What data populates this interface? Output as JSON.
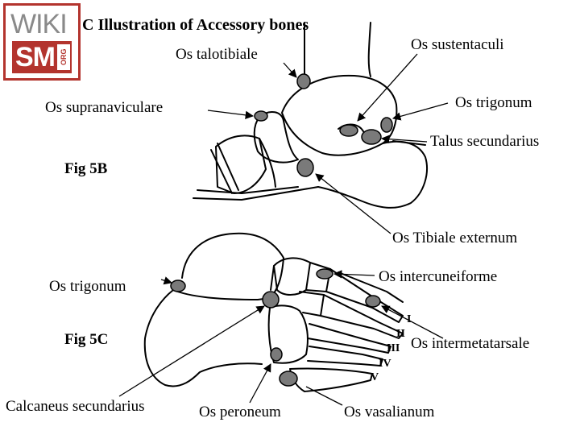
{
  "title": "C Illustration of Accessory bones",
  "logo": {
    "top": "WIKI",
    "bottom": "SM",
    "tag": "ORG"
  },
  "fig5b": {
    "label": "Fig 5B",
    "callouts": {
      "os_talotibiale": "Os talotibiale",
      "os_sustentaculi": "Os sustentaculi",
      "os_supranaviculare": "Os supranaviculare",
      "os_trigonum": "Os trigonum",
      "talus_secundarius": "Talus secundarius",
      "os_tibiale_externum": "Os Tibiale externum"
    }
  },
  "fig5c": {
    "label": "Fig 5C",
    "callouts": {
      "os_trigonum": "Os trigonum",
      "os_intercuneiforme": "Os intercuneiforme",
      "os_intermetatarsale": "Os intermetatarsale",
      "calcaneus_secundarius": "Calcaneus secundarius",
      "os_peroneum": "Os peroneum",
      "os_vasalianum": "Os vasalianum"
    },
    "metatarsals": [
      "I",
      "II",
      "III",
      "IV",
      "V"
    ]
  },
  "colors": {
    "accessory_bone": "#7a7a7a",
    "logo_accent": "#b3342e"
  }
}
